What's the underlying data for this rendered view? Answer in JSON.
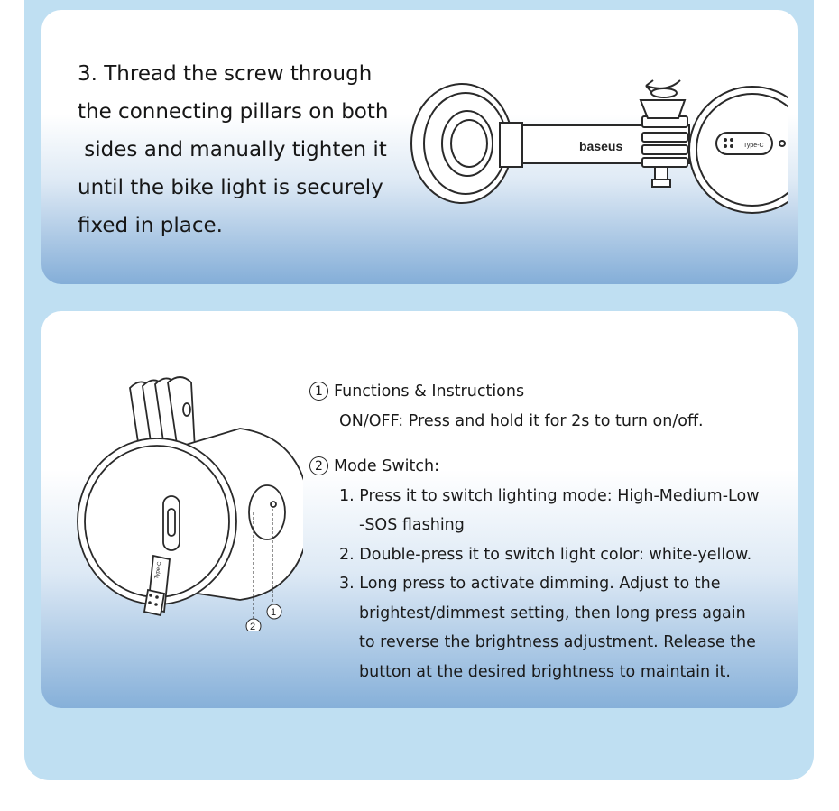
{
  "step3": {
    "lines": [
      "3. Thread the screw through",
      "the connecting pillars on both",
      " sides and manually tighten it",
      "until the bike light is securely",
      "fixed in place."
    ],
    "brand_label": "baseus",
    "port_label": "Type-C"
  },
  "functions": {
    "item1": {
      "number": "1",
      "title": "Functions & Instructions",
      "text": "ON/OFF: Press and hold it for 2s to turn on/off."
    },
    "item2": {
      "number": "2",
      "title": "Mode Switch:",
      "steps": [
        "1. Press it to switch lighting mode: High-Medium-Low",
        "-SOS flashing",
        "2. Double-press it to switch light color: white-yellow.",
        "3. Long press to activate dimming. Adjust to the",
        "brightest/dimmest setting, then long press again",
        "to reverse the brightness adjustment. Release the",
        "button at the desired brightness to maintain it."
      ]
    }
  },
  "diagram": {
    "port_label": "Type-C",
    "callout_1": "1",
    "callout_2": "2"
  },
  "colors": {
    "page_bg": "#bfdff2",
    "card_bottom": "#84aed8"
  }
}
